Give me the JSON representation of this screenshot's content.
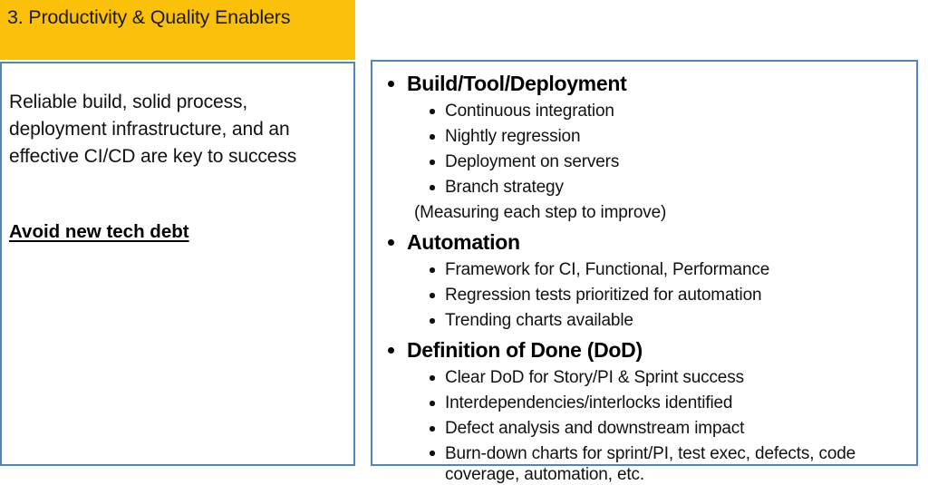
{
  "colors": {
    "header_background": "#FBC10A",
    "panel_border": "#5085BD",
    "text": "#111111",
    "page_background": "#FFFFFF"
  },
  "left_panel": {
    "header_title": "3. Productivity & Quality Enablers",
    "paragraph": "Reliable build, solid process, deployment  infrastructure, and an effective CI/CD are key to success",
    "emphasis": "Avoid new tech debt"
  },
  "right_panel": {
    "sections": [
      {
        "heading": "Build/Tool/Deployment",
        "items": [
          "Continuous integration",
          "Nightly regression",
          "Deployment on servers",
          "Branch strategy"
        ],
        "note": "(Measuring each step to improve)"
      },
      {
        "heading": "Automation",
        "items": [
          "Framework for CI, Functional, Performance",
          "Regression tests prioritized for automation",
          "Trending charts available"
        ],
        "note": ""
      },
      {
        "heading": "Definition of Done (DoD)",
        "items": [
          "Clear DoD for Story/PI & Sprint success",
          "Interdependencies/interlocks identified",
          "Defect analysis and downstream impact",
          "Burn-down charts for sprint/PI, test exec, defects, code coverage, automation, etc."
        ],
        "note": ""
      }
    ]
  }
}
